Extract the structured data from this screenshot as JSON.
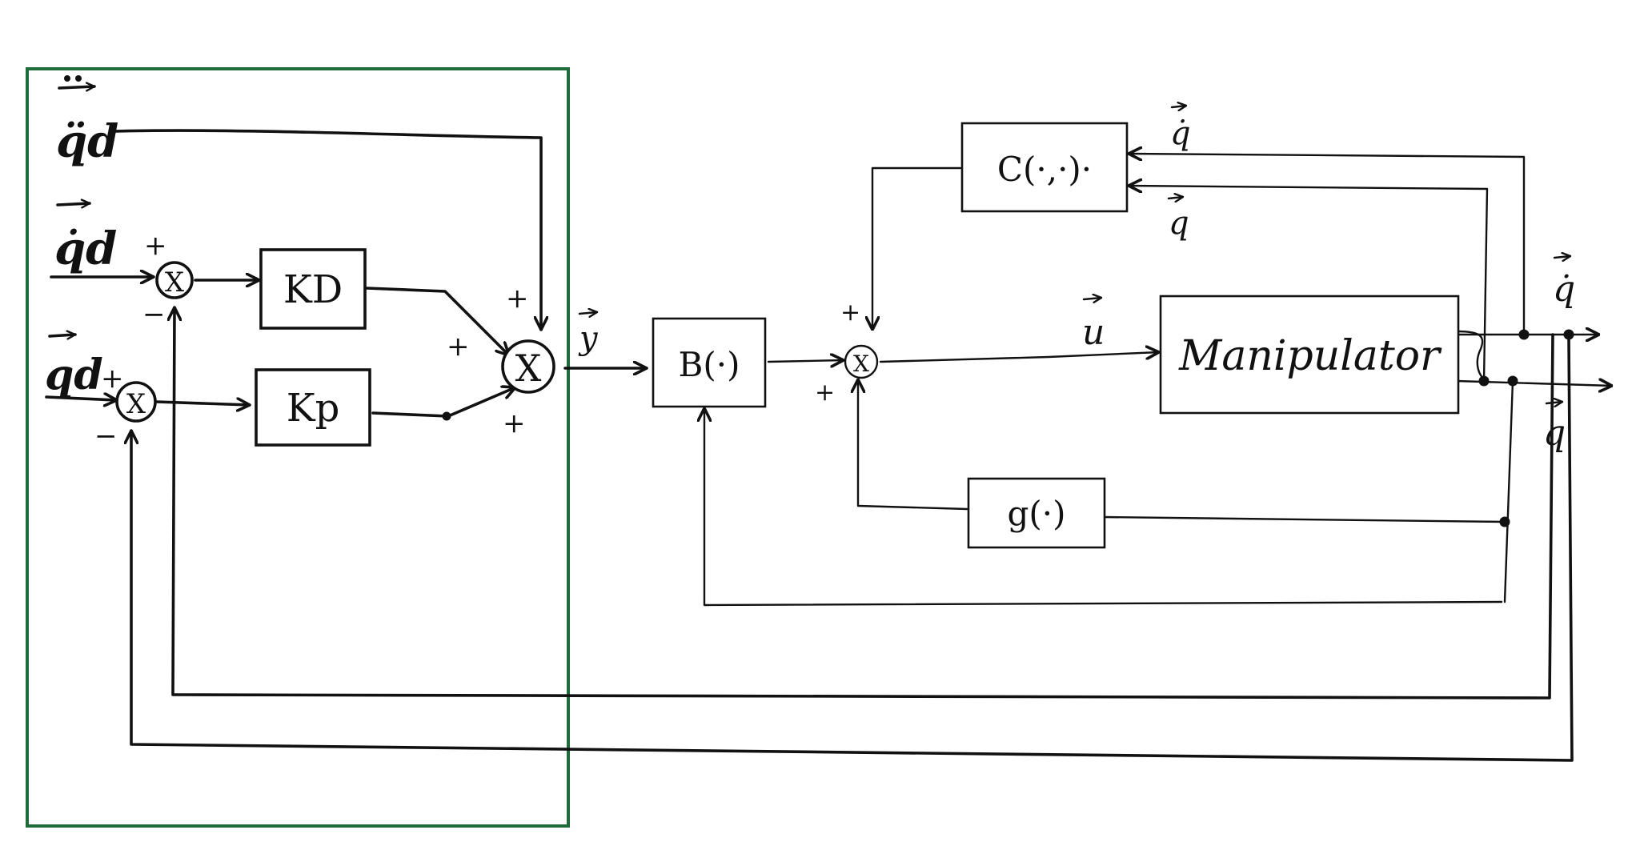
{
  "colors": {
    "ink": "#111111",
    "frame": "#1f6b3a",
    "background": "#ffffff"
  },
  "inputs": {
    "qdd_d": "q̈d",
    "qd_dot": "q̇d",
    "qd": "qd"
  },
  "blocks": {
    "kd": "KD",
    "kp": "Kp",
    "b": "B(·)",
    "c": "C(·,·)·",
    "g": "g(·)",
    "manipulator": "Manipulator"
  },
  "summing_junctions": {
    "symbol": "X"
  },
  "signs": {
    "plus": "+",
    "minus": "−"
  },
  "signals": {
    "y": "y",
    "u": "u",
    "q_dot": "q̇",
    "q": "q"
  }
}
